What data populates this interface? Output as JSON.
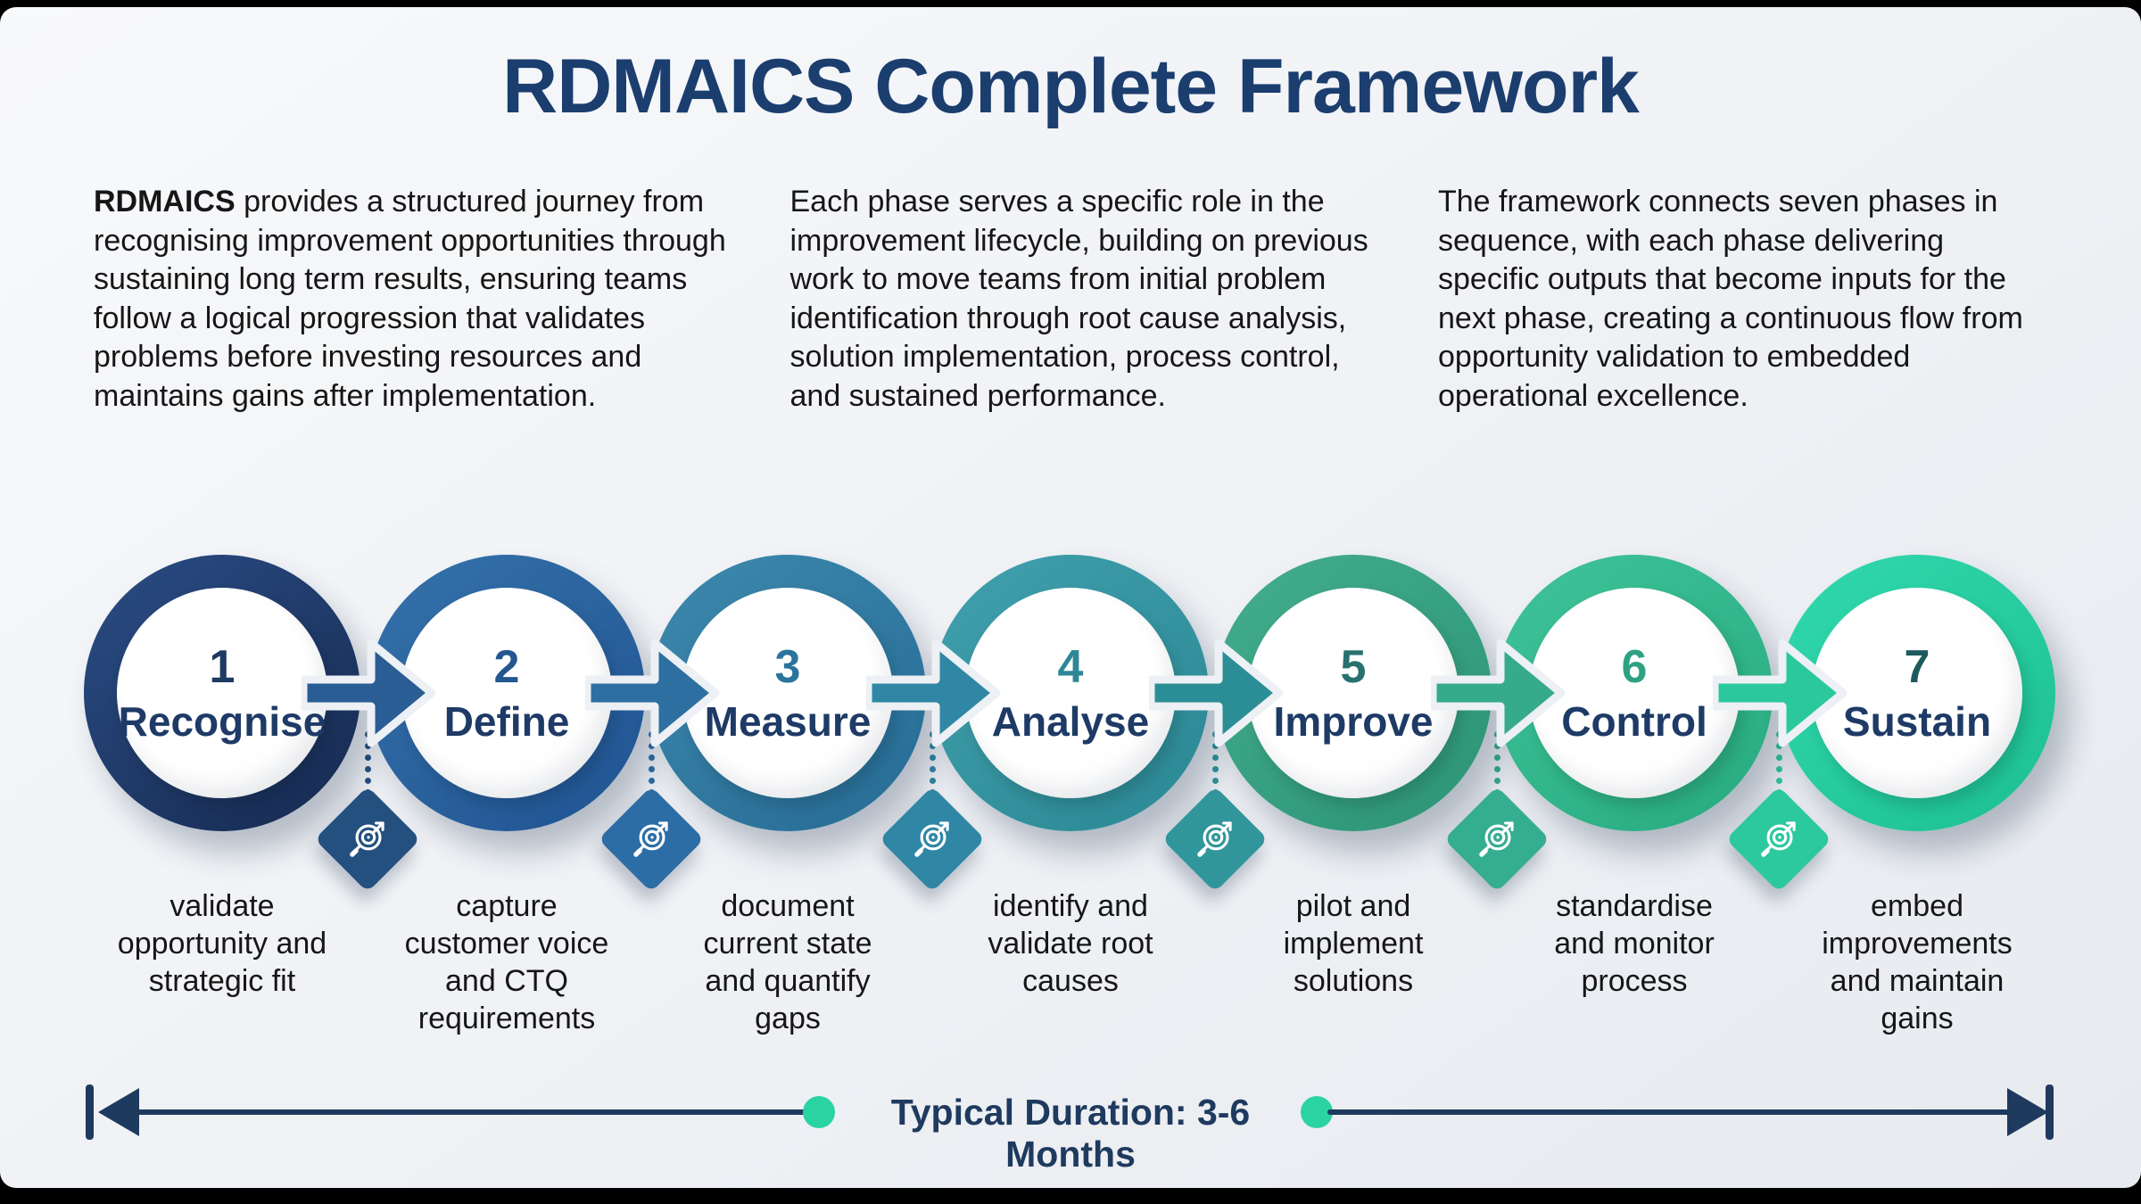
{
  "title": "RDMAICS Complete Framework",
  "intro": {
    "col1_lead": "RDMAICS",
    "col1_rest": " provides a structured journey from recognising improvement opportunities through sustaining long term results, ensuring teams follow a logical progression that validates problems before investing resources and maintains gains after implementation.",
    "col2": "Each phase serves a specific role in the improvement lifecycle, building on previous work to move teams from initial problem identification through root cause analysis, solution implementation, process control, and sustained performance.",
    "col3": "The framework connects seven phases in sequence, with each phase delivering specific outputs that become inputs for the next phase, creating a continuous flow from opportunity validation to embedded operational excellence."
  },
  "phases": [
    {
      "number": "1",
      "label": "Recognise",
      "description": "validate opportunity and strategic fit",
      "colors": {
        "ring_start": "#2a4d85",
        "ring_end": "#16294f",
        "number": "#1d3a63"
      }
    },
    {
      "number": "2",
      "label": "Define",
      "description": "capture customer voice and CTQ requirements",
      "colors": {
        "ring_start": "#3572aa",
        "ring_end": "#1f5392",
        "number": "#24568f"
      }
    },
    {
      "number": "3",
      "label": "Measure",
      "description": "document current state and quantify gaps",
      "colors": {
        "ring_start": "#3d89ad",
        "ring_end": "#266b95",
        "number": "#2b749c"
      }
    },
    {
      "number": "4",
      "label": "Analyse",
      "description": "identify and validate root causes",
      "colors": {
        "ring_start": "#41a0ad",
        "ring_end": "#2a8894",
        "number": "#2e8796"
      }
    },
    {
      "number": "5",
      "label": "Improve",
      "description": "pilot and implement solutions",
      "colors": {
        "ring_start": "#43ad8d",
        "ring_end": "#2c9474",
        "number": "#29716f"
      }
    },
    {
      "number": "6",
      "label": "Control",
      "description": "standardise and monitor process",
      "colors": {
        "ring_start": "#3fc399",
        "ring_end": "#27aa7e",
        "number": "#2da183"
      }
    },
    {
      "number": "7",
      "label": "Sustain",
      "description": "embed improvements and maintain gains",
      "colors": {
        "ring_start": "#32d9ae",
        "ring_end": "#1cbf92",
        "number": "#1d5a5e"
      }
    }
  ],
  "connectors": [
    {
      "icon": "target-magnifier-icon",
      "arrow_color": "#2a5d94",
      "diamond_color": "#24507f"
    },
    {
      "icon": "target-magnifier-icon",
      "arrow_color": "#2d6fa0",
      "diamond_color": "#2d6da5"
    },
    {
      "icon": "target-magnifier-icon",
      "arrow_color": "#2f87a5",
      "diamond_color": "#2f86a5"
    },
    {
      "icon": "target-magnifier-icon",
      "arrow_color": "#2b8e96",
      "diamond_color": "#31969b"
    },
    {
      "icon": "target-magnifier-icon",
      "arrow_color": "#36ab8b",
      "diamond_color": "#35ad90"
    },
    {
      "icon": "target-magnifier-icon",
      "arrow_color": "#2cc89d",
      "diamond_color": "#2cc89e"
    }
  ],
  "timeline": {
    "label": "Typical Duration: 3-6 Months",
    "line_color": "#1e3a5f",
    "dot_color": "#29d3a2"
  },
  "palette": {
    "title": "#1b3e6f",
    "label": "#1e3a66",
    "text": "#161616",
    "bg_top": "#f8f9fb",
    "bg_bottom": "#e7eaef",
    "frame": "#000000"
  }
}
